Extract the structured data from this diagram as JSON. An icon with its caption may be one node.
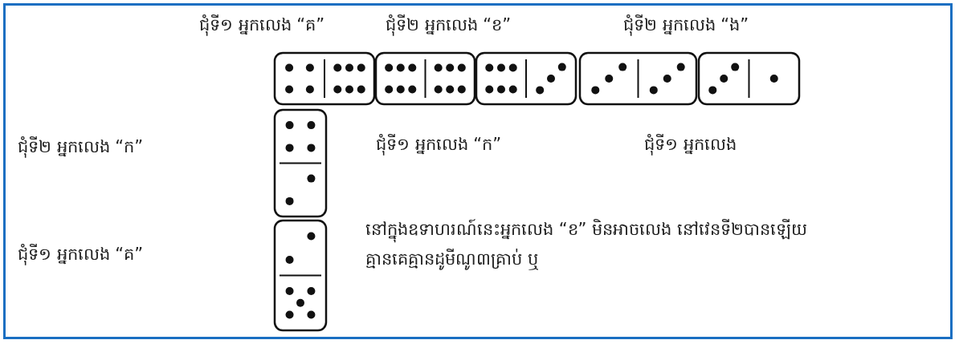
{
  "diagram": {
    "labels": [
      "ជុំទី១ អ្នកលេង “គ”",
      "ជុំទី២ អ្នកលេង “ខ”",
      "ជុំទី២ អ្នកលេង “ង”",
      "ជុំទី២ អ្នកលេង “ក”",
      "ជុំទី១ អ្នកលេង “ក”",
      "ជុំទី១ អ្នកលេង",
      "នៅក្នុងឧទាហរណ៍នេះអ្នកលេង “ខ” មិនអាចលេង នៅវេនទី២បានឡើយគ្មានគេគ្មានដូមីណូ៣គ្រាប់ ឬ",
      "ជុំទី១ អ្នកលេង “គ”"
    ]
  }
}
